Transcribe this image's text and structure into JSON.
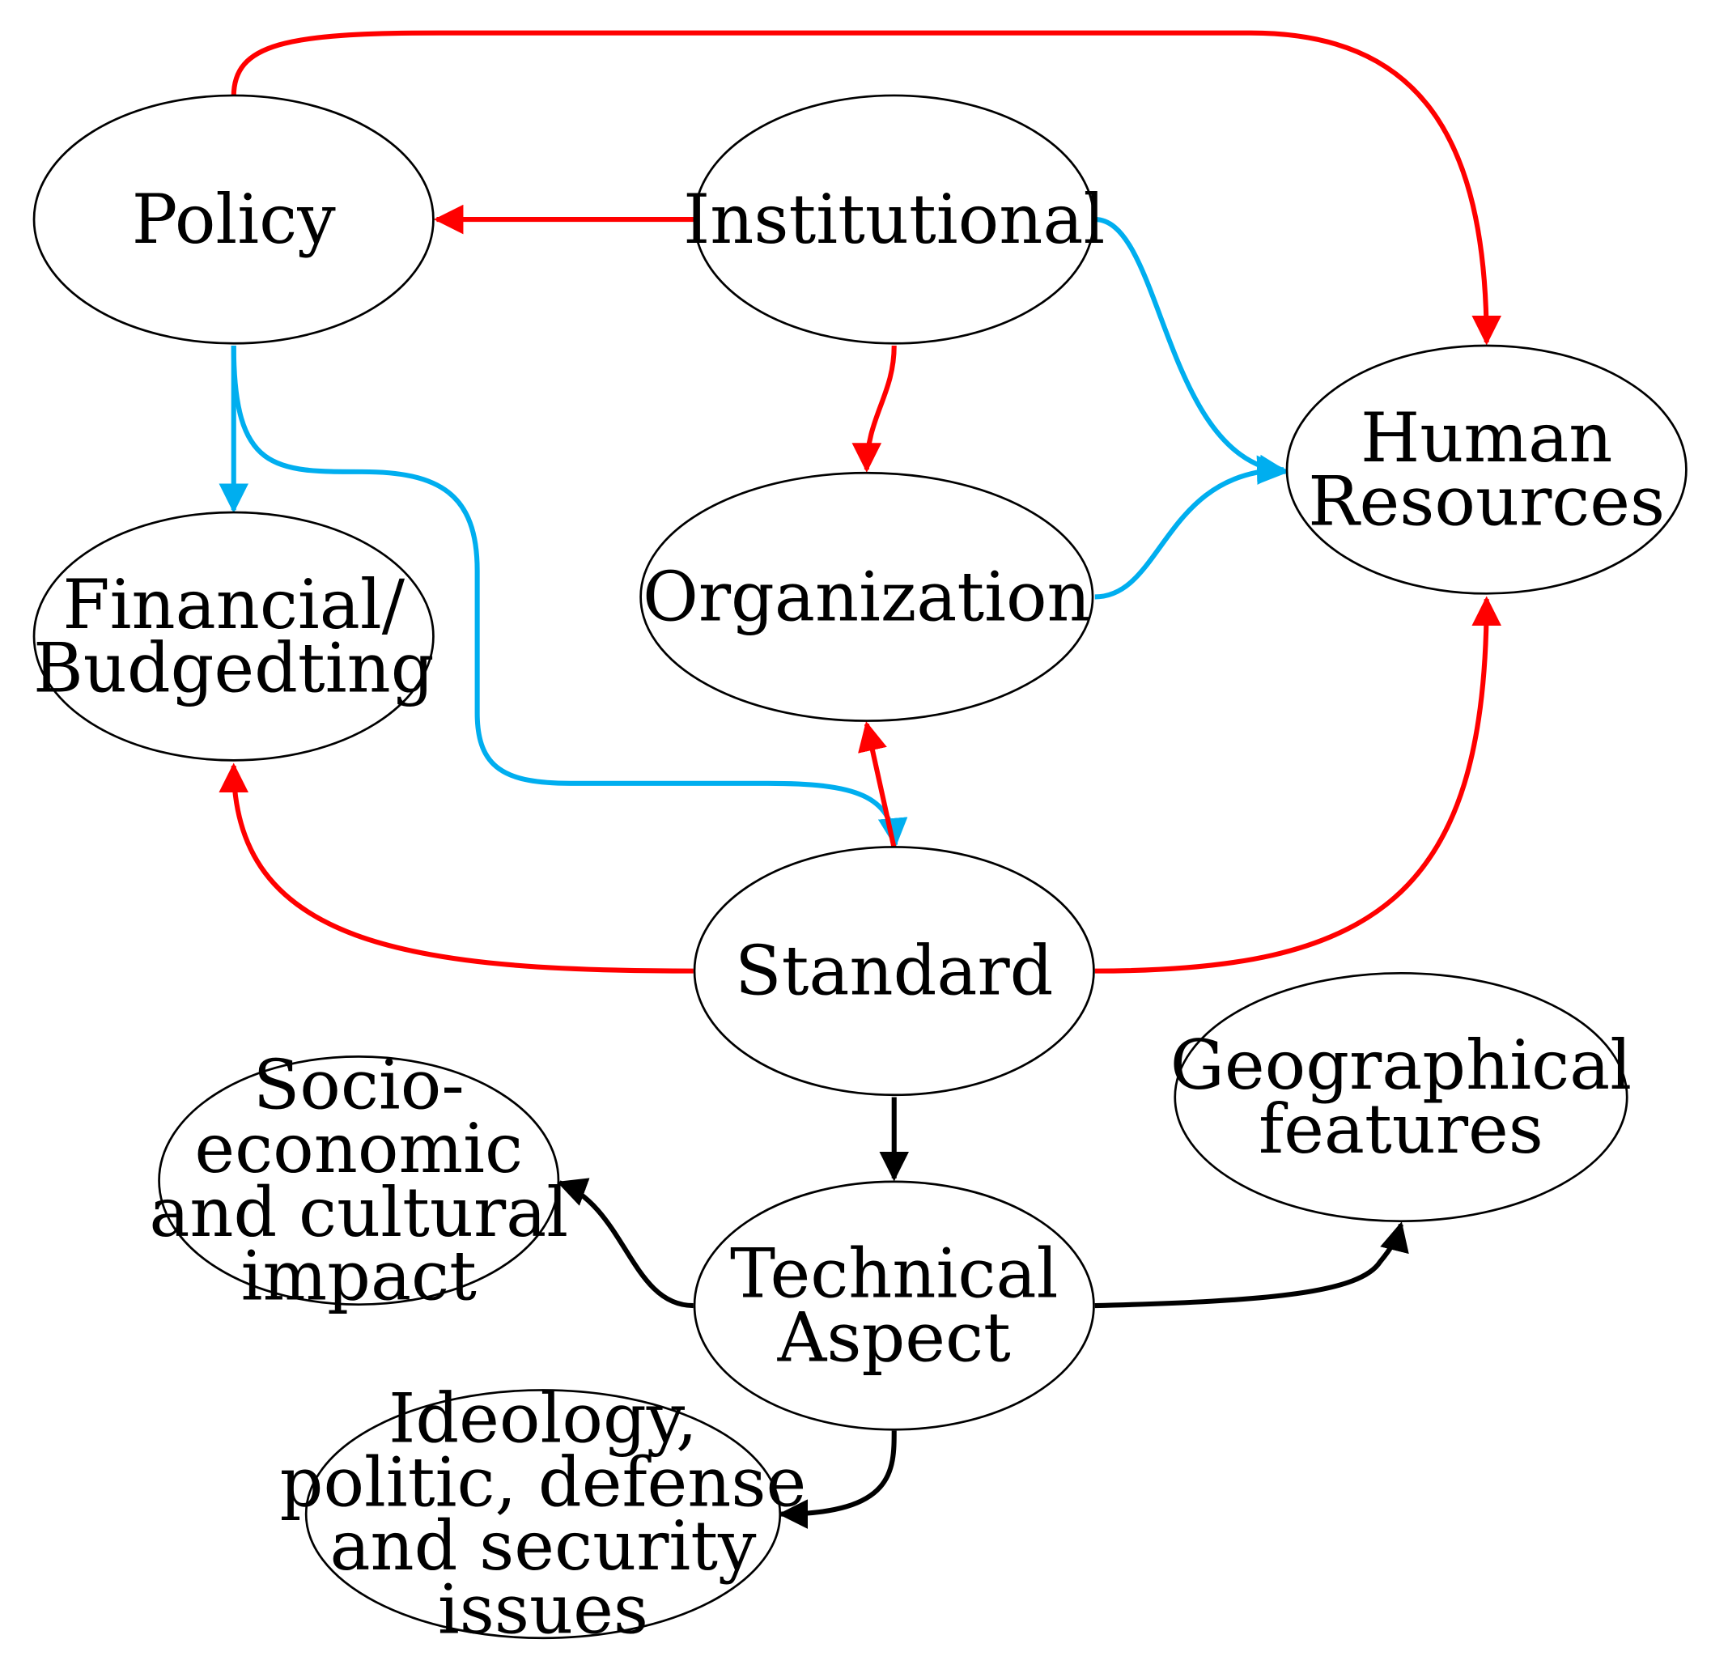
{
  "colors": {
    "red": "#ff0000",
    "blue": "#00aeef",
    "black": "#000000"
  },
  "nodes": [
    {
      "id": "policy",
      "lines": [
        "Policy"
      ]
    },
    {
      "id": "institutional",
      "lines": [
        "Institutional"
      ]
    },
    {
      "id": "human-resources",
      "lines": [
        "Human",
        "Resources"
      ]
    },
    {
      "id": "financial",
      "lines": [
        "Financial/",
        "Budgedting"
      ]
    },
    {
      "id": "organization",
      "lines": [
        "Organization"
      ]
    },
    {
      "id": "standard",
      "lines": [
        "Standard"
      ]
    },
    {
      "id": "geographical",
      "lines": [
        "Geographical",
        "features"
      ]
    },
    {
      "id": "socio-economic",
      "lines": [
        "Socio-",
        "economic",
        "and cultural",
        "impact"
      ]
    },
    {
      "id": "technical",
      "lines": [
        "Technical",
        "Aspect"
      ]
    },
    {
      "id": "ideology",
      "lines": [
        "Ideology,",
        "politic, defense",
        "and security",
        "issues"
      ]
    }
  ],
  "edges": [
    {
      "from": "policy",
      "to": "human-resources",
      "color": "red"
    },
    {
      "from": "institutional",
      "to": "policy",
      "color": "red"
    },
    {
      "from": "institutional",
      "to": "organization",
      "color": "red"
    },
    {
      "from": "institutional",
      "to": "human-resources",
      "color": "blue"
    },
    {
      "from": "organization",
      "to": "human-resources",
      "color": "blue"
    },
    {
      "from": "policy",
      "to": "financial",
      "color": "blue"
    },
    {
      "from": "policy",
      "to": "standard",
      "color": "blue"
    },
    {
      "from": "standard",
      "to": "organization",
      "color": "red"
    },
    {
      "from": "standard",
      "to": "financial",
      "color": "red"
    },
    {
      "from": "standard",
      "to": "human-resources",
      "color": "red"
    },
    {
      "from": "standard",
      "to": "technical",
      "color": "black"
    },
    {
      "from": "technical",
      "to": "socio-economic",
      "color": "black"
    },
    {
      "from": "technical",
      "to": "geographical",
      "color": "black"
    },
    {
      "from": "technical",
      "to": "ideology",
      "color": "black"
    }
  ]
}
